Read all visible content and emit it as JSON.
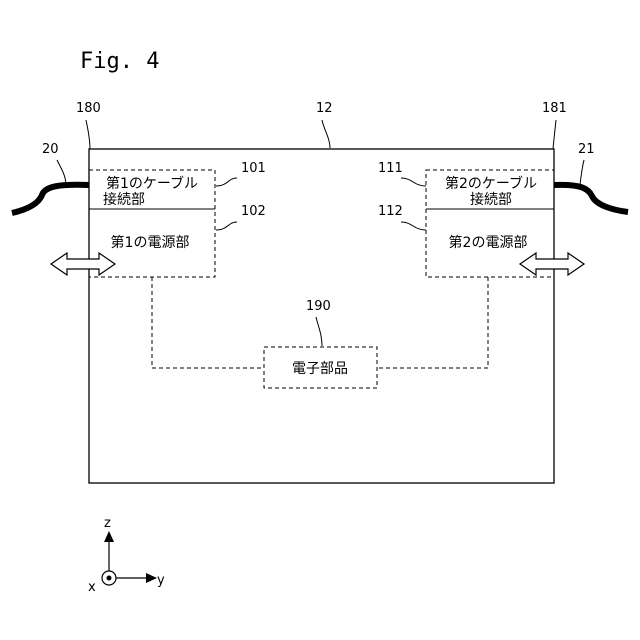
{
  "figure": {
    "title": "Fig. 4"
  },
  "refs": {
    "housing": "12",
    "left_connector": "180",
    "right_connector": "181",
    "cable_left": "20",
    "cable_right": "21",
    "first_cable_connection": "101",
    "first_power_unit": "102",
    "second_cable_connection": "111",
    "second_power_unit": "112",
    "electronic_component": "190"
  },
  "labels": {
    "first_cable_connection_line1": "第1のケーブル",
    "first_cable_connection_line2": "接続部",
    "first_power_unit": "第1の電源部",
    "second_cable_connection_line1": "第2のケーブル",
    "second_cable_connection_line2": "接続部",
    "second_power_unit": "第2の電源部",
    "electronic_component": "電子部品"
  },
  "axes": {
    "z": "z",
    "x": "x",
    "y": "y"
  }
}
